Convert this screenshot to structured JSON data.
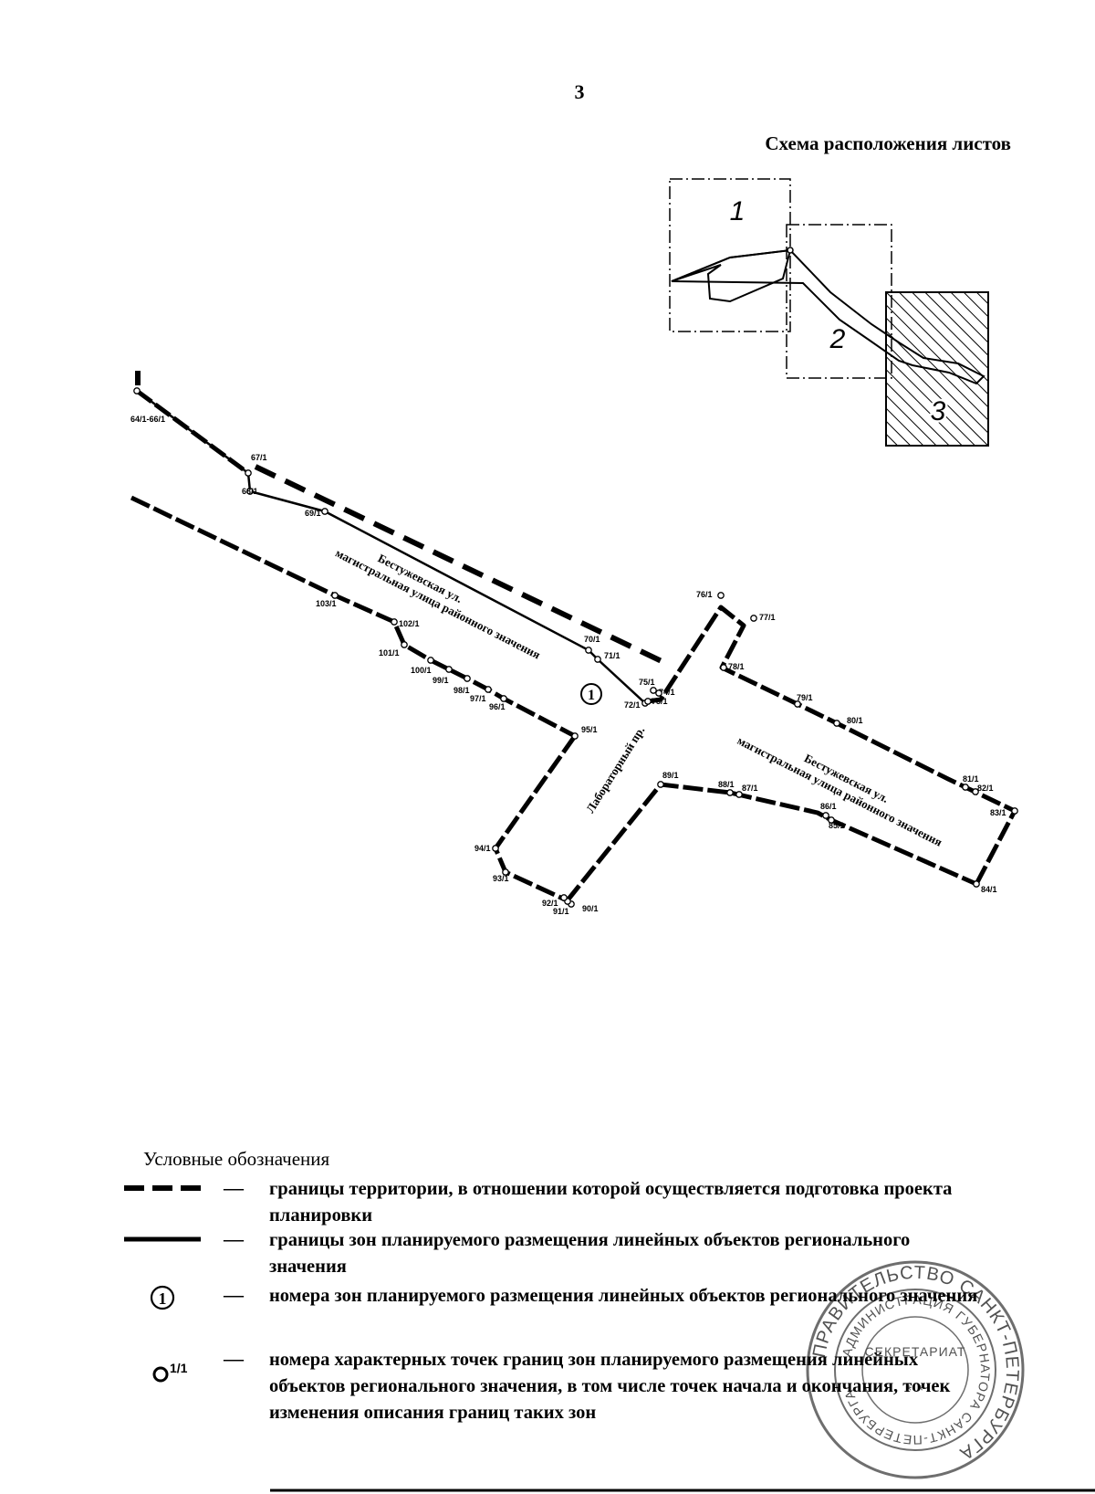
{
  "page_number": "3",
  "scheme": {
    "title": "Схема расположения листов",
    "sheets": [
      "1",
      "2",
      "3"
    ]
  },
  "map": {
    "zone_number": "1",
    "streets": [
      {
        "name": "Бестужевская ул.",
        "type": "магистральная улица районного значения"
      },
      {
        "name": "Бестужевская ул.",
        "type": "магистральная улица районного значения"
      },
      {
        "name": "Лабораторный пр."
      }
    ],
    "points": [
      "64/1-66/1",
      "67/1",
      "68/1",
      "69/1",
      "70/1",
      "71/1",
      "72/1",
      "73/1",
      "74/1",
      "75/1",
      "76/1",
      "77/1",
      "78/1",
      "79/1",
      "80/1",
      "81/1",
      "82/1",
      "83/1",
      "84/1",
      "85/1",
      "86/1",
      "87/1",
      "88/1",
      "89/1",
      "90/1",
      "91/1",
      "92/1",
      "93/1",
      "94/1",
      "95/1",
      "96/1",
      "97/1",
      "98/1",
      "99/1",
      "100/1",
      "101/1",
      "102/1",
      "103/1"
    ]
  },
  "legend": {
    "title": "Условные обозначения",
    "separator": "—",
    "items": [
      {
        "symbol": "dashed-boundary",
        "text": "границы территории, в отношении которой осуществляется подготовка проекта планировки"
      },
      {
        "symbol": "solid-boundary",
        "text": "границы зон планируемого размещения линейных объектов регионального значения"
      },
      {
        "symbol": "zone-number",
        "symbol_label": "1",
        "text": "номера зон планируемого размещения линейных объектов регионального значения"
      },
      {
        "symbol": "point-number",
        "symbol_label": "1/1",
        "text": "номера характерных точек границ зон планируемого размещения линейных объектов регионального значения, в том числе точек начала и окончания, точек изменения описания границ таких зон"
      }
    ]
  },
  "stamp": {
    "outer_text": "ПРАВИТЕЛЬСТВО САНКТ-ПЕТЕРБУРГА",
    "inner_text": "АДМИНИСТРАЦИЯ ГУБЕРНАТОРА САНКТ-ПЕТЕРБУРГА",
    "center_text": "СЕКРЕТАРИАТ"
  }
}
